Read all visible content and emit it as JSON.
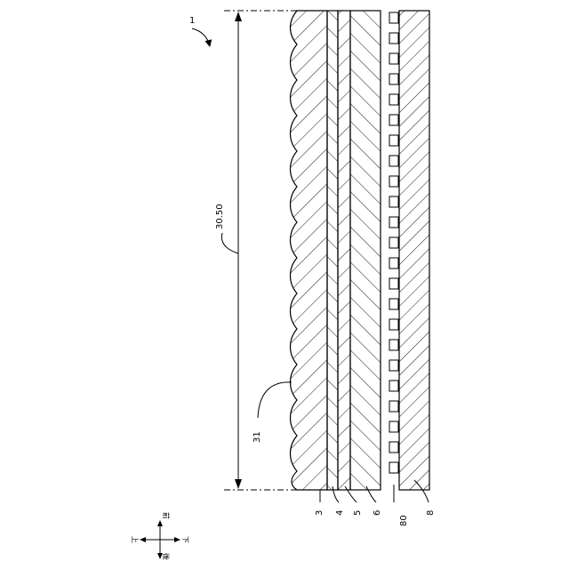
{
  "figure": {
    "ref_main": "1",
    "dimension_label": "30.50",
    "labels": {
      "wavy_surface": "31",
      "layer_3": "3",
      "layer_4": "4",
      "layer_5": "5",
      "layer_6": "6",
      "protrusions": "80",
      "layer_8": "8"
    },
    "compass": {
      "up": "前",
      "down": "後",
      "left": "上",
      "right": "下"
    }
  }
}
